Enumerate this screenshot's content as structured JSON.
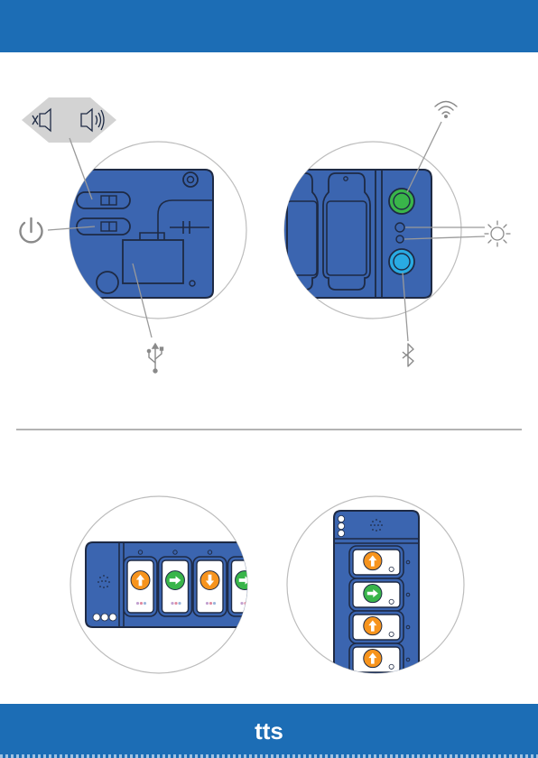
{
  "brand": {
    "logo_text": "tts",
    "primary_color": "#1c6db5",
    "device_color": "#3b65b0",
    "outline_color": "#1e2a44"
  },
  "top_panel": {
    "left_detail": {
      "callouts": [
        "volume-mute-icon",
        "volume-loud-icon",
        "power-icon",
        "usb-icon"
      ]
    },
    "right_detail": {
      "callouts": [
        "wifi-icon",
        "light-sensor-icon",
        "bluetooth-icon"
      ],
      "button_colors": {
        "top": "#39b54a",
        "bottom": "#29abe2"
      }
    }
  },
  "bottom_panel": {
    "horizontal_strip": {
      "cards": [
        {
          "direction": "up",
          "color": "#f7941d"
        },
        {
          "direction": "right",
          "color": "#39b54a"
        },
        {
          "direction": "down",
          "color": "#f7941d"
        },
        {
          "direction": "right",
          "color": "#39b54a"
        }
      ]
    },
    "vertical_strip": {
      "cards": [
        {
          "direction": "up",
          "color": "#f7941d"
        },
        {
          "direction": "right",
          "color": "#39b54a"
        },
        {
          "direction": "up",
          "color": "#f7941d"
        },
        {
          "direction": "up",
          "color": "#f7941d"
        }
      ]
    }
  }
}
